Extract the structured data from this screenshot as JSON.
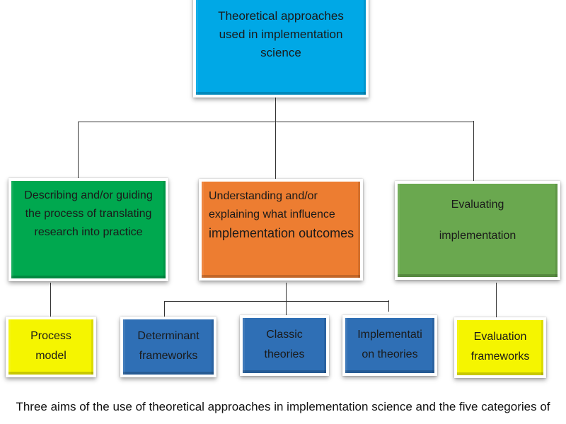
{
  "diagram": {
    "root": {
      "lines": [
        "Theoretical approaches",
        "used in implementation",
        "science"
      ],
      "color": "#00a8e6"
    },
    "aims": [
      {
        "lines": [
          "Describing and/or guiding",
          "the process of translating",
          "research into practice"
        ],
        "color": "#00a84f"
      },
      {
        "lines": [
          "Understanding and/or",
          "explaining what influence",
          "implementation outcomes"
        ],
        "color": "#ed7d31"
      },
      {
        "lines": [
          "Evaluating",
          "implementation"
        ],
        "color": "#6aa84f"
      }
    ],
    "categories": [
      {
        "lines": [
          "Process",
          "model"
        ],
        "parent": 0,
        "color": "#f5f500"
      },
      {
        "lines": [
          "Determinant",
          "frameworks"
        ],
        "parent": 1,
        "color": "#2f6fb5"
      },
      {
        "lines": [
          "Classic",
          "theories"
        ],
        "parent": 1,
        "color": "#2f6fb5"
      },
      {
        "lines": [
          "Implementati",
          "on theories"
        ],
        "parent": 1,
        "color": "#2f6fb5"
      },
      {
        "lines": [
          "Evaluation",
          "frameworks"
        ],
        "parent": 2,
        "color": "#f5f500"
      }
    ]
  },
  "caption": "Three aims of the use of theoretical approaches in implementation science and the five categories of"
}
